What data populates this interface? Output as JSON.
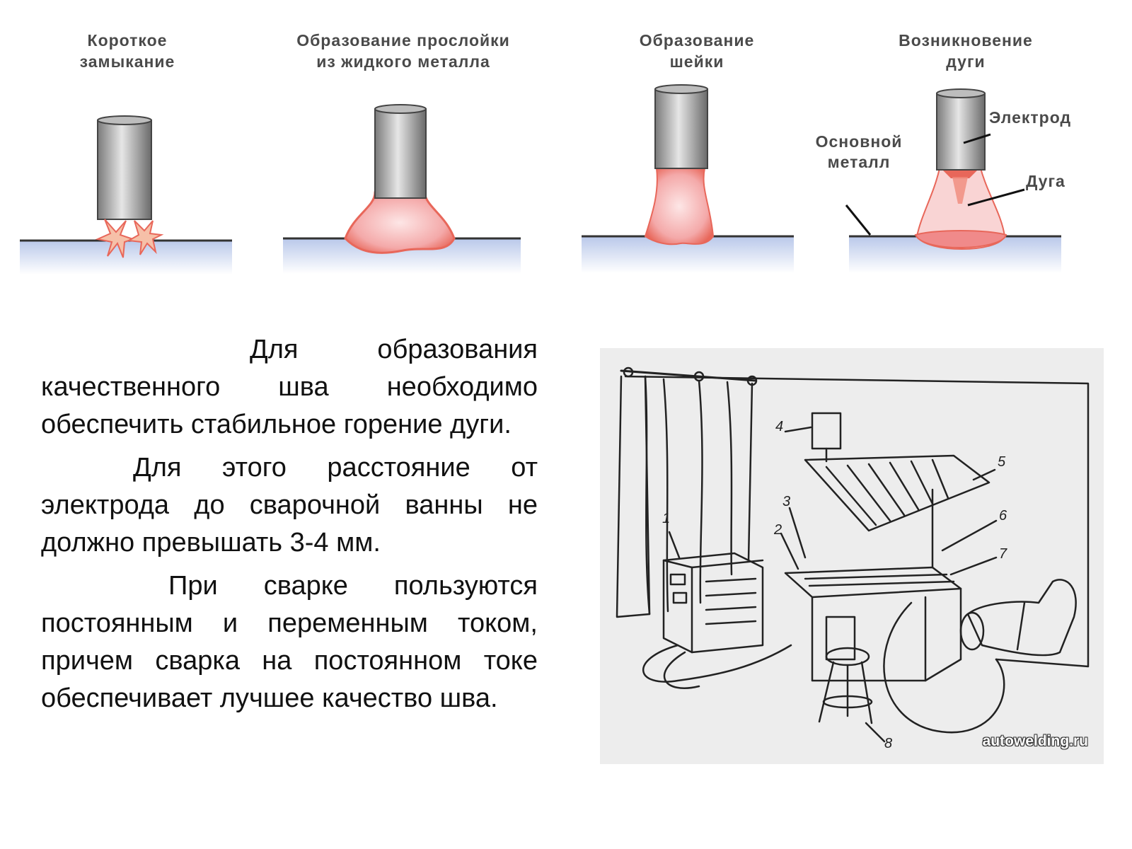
{
  "stages": [
    {
      "title_line1": "Короткое",
      "title_line2": "замыкание"
    },
    {
      "title_line1": "Образование прослойки",
      "title_line2": "из жидкого металла"
    },
    {
      "title_line1": "Образование",
      "title_line2": "шейки"
    },
    {
      "title_line1": "Возникновение",
      "title_line2": "дуги"
    }
  ],
  "callouts": {
    "electrode": "Электрод",
    "arc": "Дуга",
    "base_metal_line1": "Основной",
    "base_metal_line2": "металл"
  },
  "body": {
    "paragraph1": "Для образования качественного шва необходимо обеспечить стабильное горение дуги.",
    "paragraph2": "Для этого расстояние от электрода до сварочной ванны не должно превышать 3-4 мм.",
    "paragraph3": "При сварке пользуются постоянным и переменным током, причем сварка на постоянном токе обеспечивает лучшее качество шва."
  },
  "photo": {
    "watermark": "autowelding.ru",
    "callout_numbers": [
      "1",
      "2",
      "3",
      "4",
      "5",
      "6",
      "7",
      "8"
    ]
  },
  "colors": {
    "electrode_light": "#d8d8d8",
    "electrode_dark": "#6e6e6e",
    "base_metal": "#c9d6ef",
    "molten": "#f2a8a8",
    "molten_edge": "#e8675a"
  }
}
